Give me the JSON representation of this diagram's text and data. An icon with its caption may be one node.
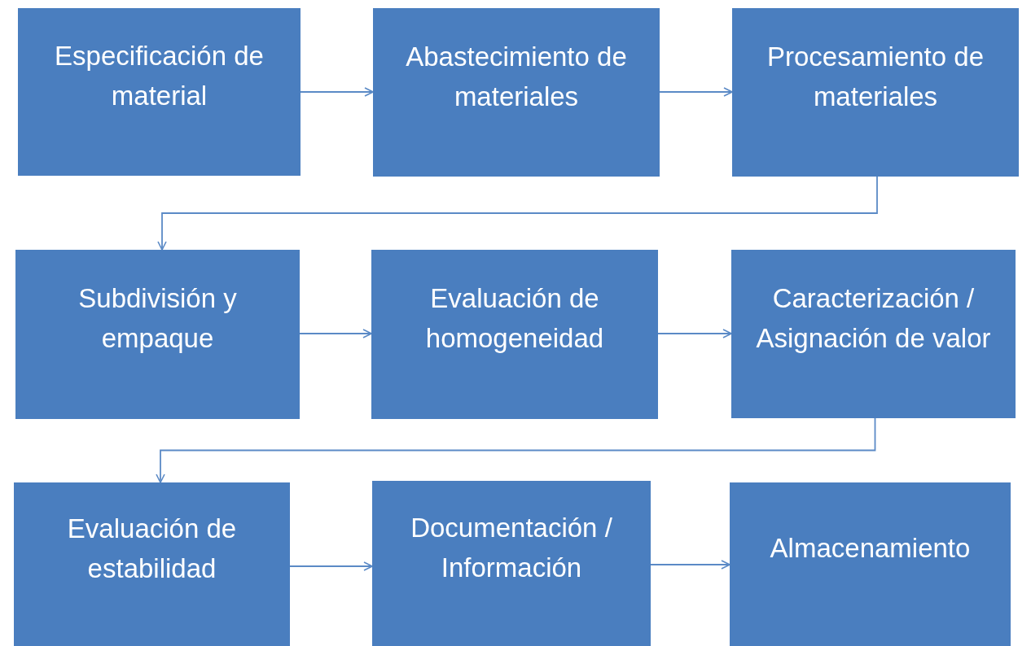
{
  "diagram": {
    "nodes": [
      {
        "text": [
          "Especificación de material"
        ]
      },
      {
        "text": [
          "Abastecimiento de materiales"
        ]
      },
      {
        "text": [
          "Procesamiento de materiales"
        ]
      },
      {
        "text": [
          "Subdivisión y empaque"
        ]
      },
      {
        "text": [
          "Evaluación de homogeneidad"
        ]
      },
      {
        "text": [
          "Caracterización / Asignación de valor"
        ]
      },
      {
        "text": [
          "Evaluación de estabilidad"
        ]
      },
      {
        "text": [
          "Documentación / Información"
        ]
      },
      {
        "text": [
          "Almacenamiento"
        ]
      }
    ],
    "edges": [
      {
        "from": 0,
        "to": 1,
        "arrow": "to"
      },
      {
        "from": 1,
        "to": 2,
        "arrow": "to"
      },
      {
        "from": 2,
        "to": 3,
        "arrow": "to"
      },
      {
        "from": 3,
        "to": 4,
        "arrow": "to"
      },
      {
        "from": 4,
        "to": 5,
        "arrow": "to"
      },
      {
        "from": 5,
        "to": 6,
        "arrow": "to"
      },
      {
        "from": 6,
        "to": 7,
        "arrow": "to"
      },
      {
        "from": 7,
        "to": 8,
        "arrow": "to"
      }
    ]
  }
}
